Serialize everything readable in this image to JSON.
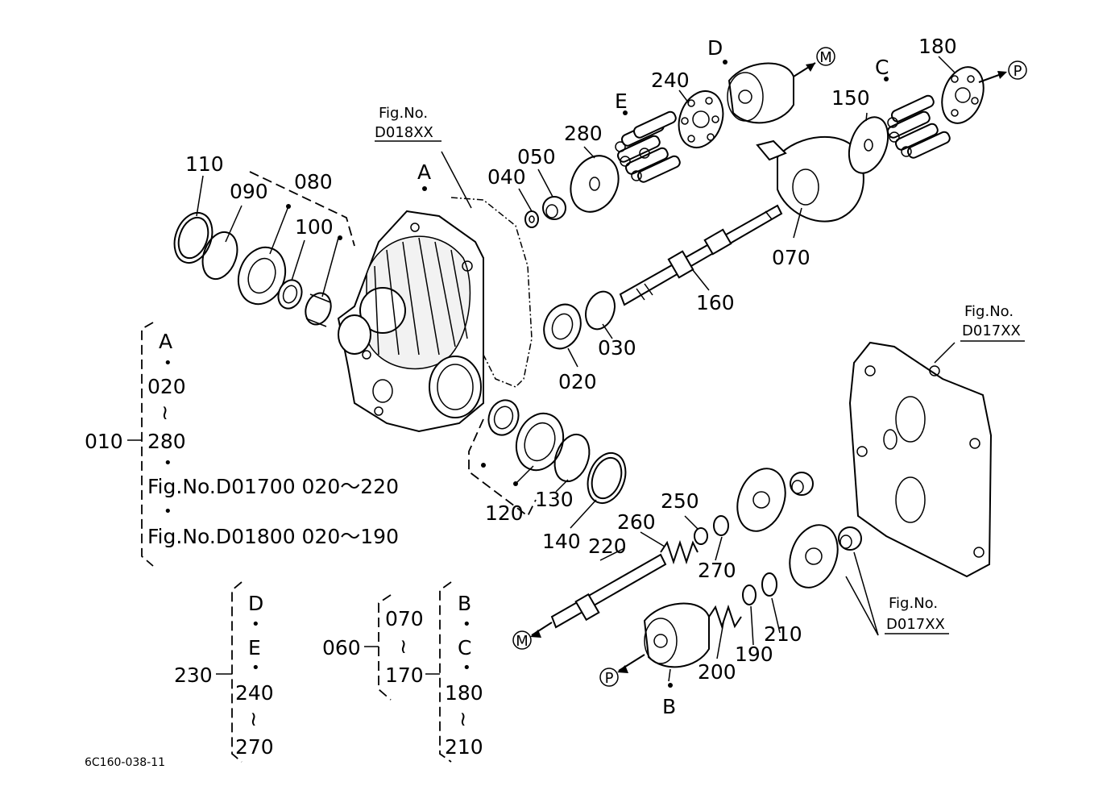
{
  "callouts": {
    "c110": "110",
    "c090": "090",
    "c080": "080",
    "c100": "100",
    "c040": "040",
    "c050": "050",
    "c280": "280",
    "c240": "240",
    "c150": "150",
    "c180": "180",
    "c070": "070",
    "c160": "160",
    "c020": "020",
    "c030": "030",
    "c120": "120",
    "c130": "130",
    "c140": "140",
    "c220": "220",
    "c260": "260",
    "c250": "250",
    "c270": "270",
    "c200": "200",
    "c190": "190",
    "c210": "210",
    "letterA": "A",
    "letterB": "B",
    "letterC": "C",
    "letterD": "D",
    "letterE": "E",
    "circleM1": "M",
    "circleM2": "M",
    "circleP1": "P",
    "circleP2": "P"
  },
  "figrefs": {
    "d018_fig": "Fig.No.",
    "d018_num": "D018XX",
    "d017a_fig": "Fig.No.",
    "d017a_num": "D017XX",
    "d017b_fig": "Fig.No.",
    "d017b_num": "D017XX"
  },
  "legend_010": {
    "code": "010",
    "lines": [
      "A",
      "•",
      "020",
      "≀",
      "280",
      "•",
      "Fig.No.D01700  020～220",
      "•",
      "Fig.No.D01800  020～190"
    ]
  },
  "legend_230": {
    "code": "230",
    "lines": [
      "D",
      "•",
      "E",
      "•",
      "240",
      "≀",
      "270"
    ]
  },
  "legend_060": {
    "code": "060",
    "lines": [
      "070",
      "≀",
      "170"
    ]
  },
  "legend_170": {
    "lines": [
      "B",
      "•",
      "C",
      "•",
      "180",
      "≀",
      "210"
    ]
  },
  "drawing_number": "6C160-038-11"
}
